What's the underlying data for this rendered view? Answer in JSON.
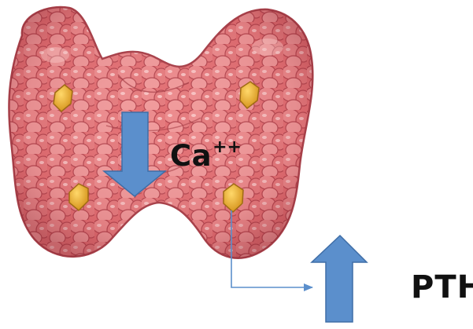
{
  "diagram": {
    "labels": {
      "calcium_base": "Ca",
      "calcium_charge": "++",
      "hormone": "PTH"
    },
    "calcium_change": "decrease",
    "pth_change": "increase",
    "colors": {
      "arrow": "#5b8fcc",
      "arrow_stroke": "#3f6ea7",
      "gland_fill": "#e06f73",
      "gland_shadow": "#b8444c",
      "gland_highlight": "#f7b8b6",
      "parathyroid": "#e9b23a",
      "text": "#111111"
    },
    "icons": [
      "thyroid-gland",
      "parathyroid-gland",
      "down-arrow",
      "up-arrow",
      "connector-arrow"
    ]
  }
}
